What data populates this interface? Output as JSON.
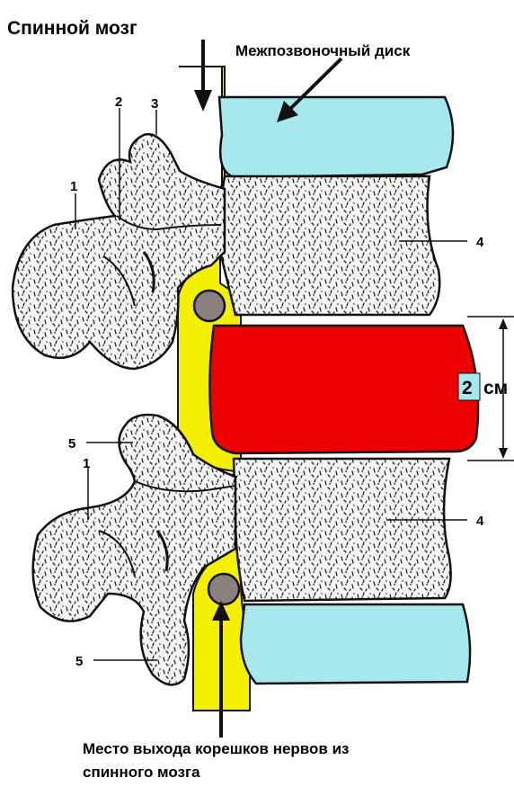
{
  "labels": {
    "spinal_cord": "Спинной мозг",
    "disc": "Межпозвоночный диск",
    "num_1_top": "1",
    "num_2": "2",
    "num_3": "3",
    "num_4_top": "4",
    "num_5_mid": "5",
    "num_1_bottom": "1",
    "num_4_bottom": "4",
    "num_5_bottom": "5",
    "measure_value": "2",
    "measure_unit": "см",
    "nerve_exit_line1": "Место выхода корешков нервов из",
    "nerve_exit_line2": "спинного мозга"
  },
  "colors": {
    "disc_healthy": "#a6e8ee",
    "disc_highlight": "#ee0000",
    "spinal_cord": "#f4f000",
    "nerve_root": "#8a8080",
    "bone": "#f3f3f3",
    "outline": "#111111"
  }
}
